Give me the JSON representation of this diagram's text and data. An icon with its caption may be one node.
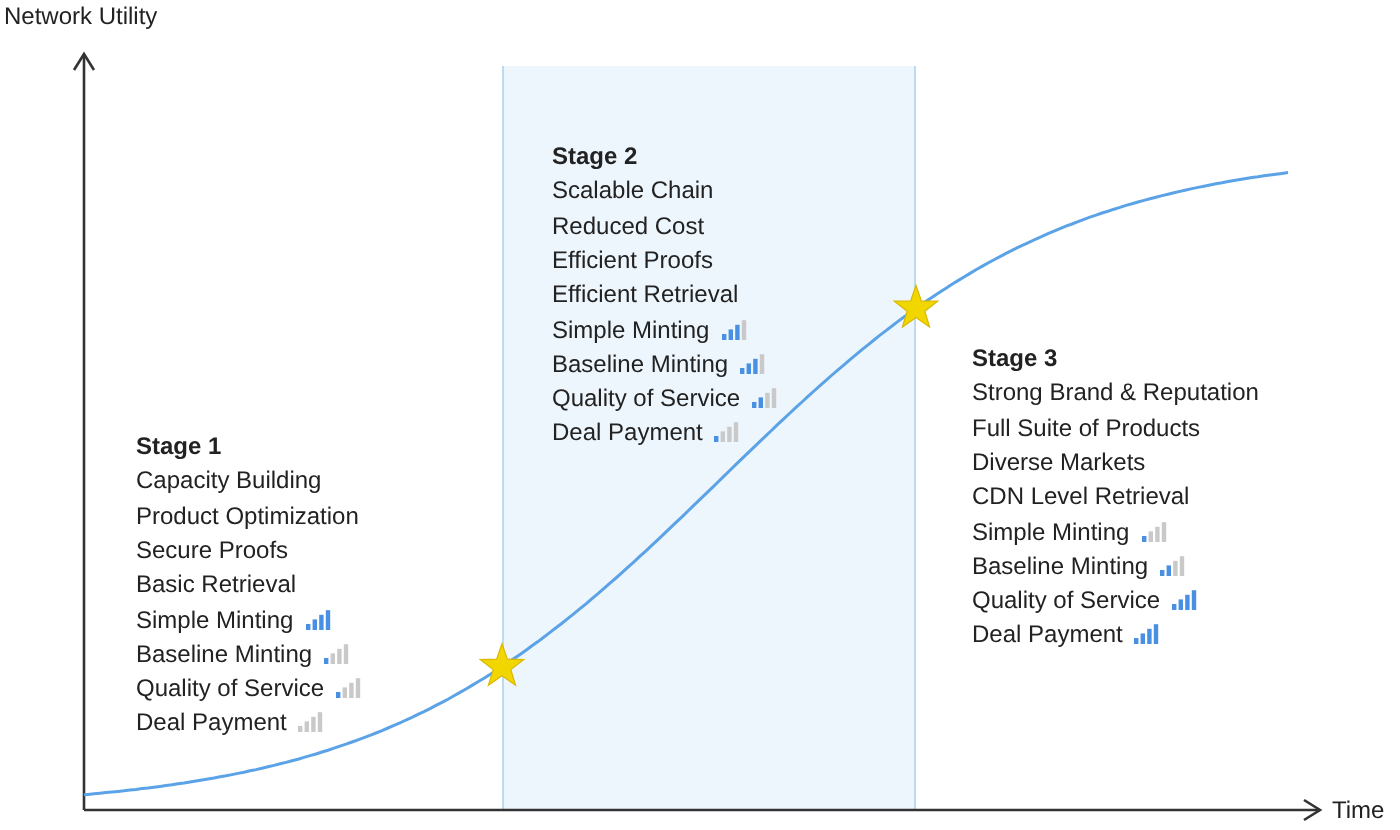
{
  "diagram": {
    "nodes": [
      {
        "text": [
          "Stage 2",
          "Scalable Chain",
          "Reduced Cost",
          "Efficient Proofs",
          "Efficient Retrieval",
          "Simple Minting",
          "Baseline Minting",
          "Quality of Service",
          "Deal Payment"
        ]
      }
    ],
    "labels": [
      "Network Utility",
      "Stage 1",
      "Capacity Building",
      "Product Optimization",
      "Secure Proofs",
      "Basic Retrieval",
      "Simple Minting",
      "Baseline Minting",
      "Quality of Service",
      "Deal Payment",
      "Stage 3",
      "Strong Brand & Reputation",
      "Full Suite of Products",
      "Diverse Markets",
      "CDN Level Retrieval",
      "Simple Minting",
      "Baseline Minting",
      "Quality of Service",
      "Deal Payment",
      "Time"
    ]
  }
}
